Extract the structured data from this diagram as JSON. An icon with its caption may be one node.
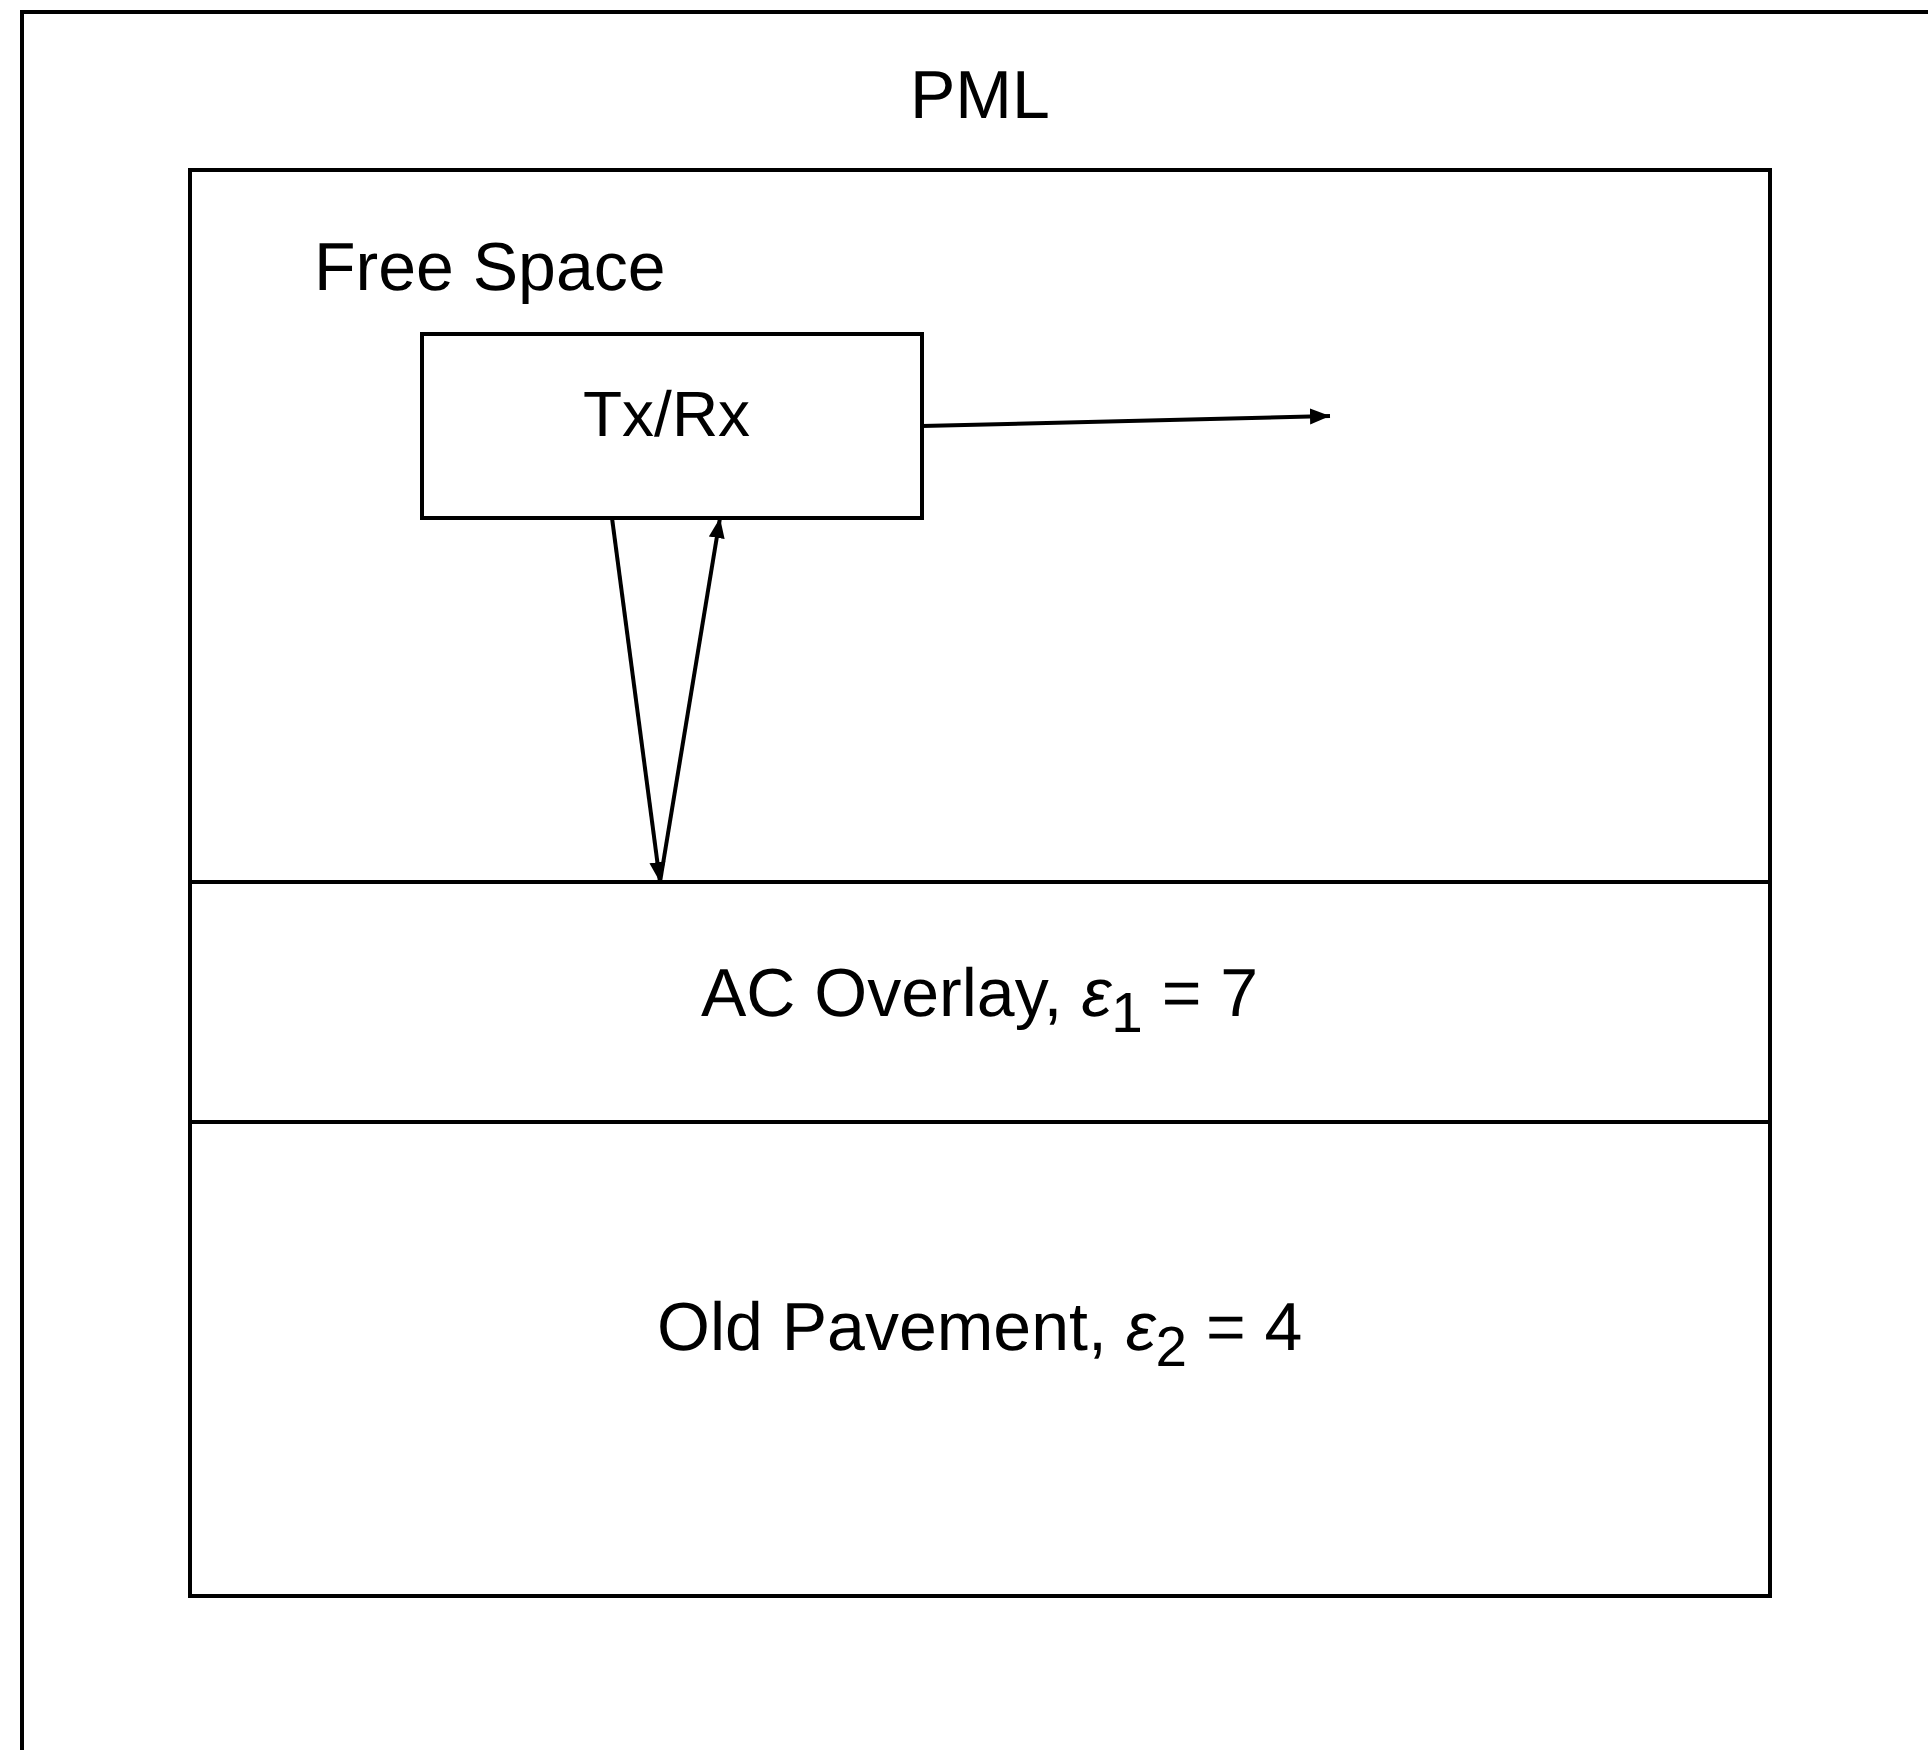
{
  "diagram": {
    "nodes": [
      {
        "text": [
          "PML"
        ]
      },
      {
        "text": [
          "Free Space"
        ],
        "in": 0
      },
      {
        "text": [
          "Tx/Rx"
        ],
        "in": 1
      },
      {
        "text": [
          "AC Overlay, *ε*$_{1}$ = 7"
        ],
        "in": 0
      },
      {
        "text": [
          "Old Pavement, *ε*$_{2}$ = 4"
        ],
        "in": 0
      }
    ],
    "edges": [
      {
        "from": 2,
        "to": null,
        "arrow": "to"
      },
      {
        "from": 2,
        "to": 3,
        "arrow": "to"
      },
      {
        "from": 3,
        "to": 2,
        "arrow": "to"
      }
    ]
  }
}
